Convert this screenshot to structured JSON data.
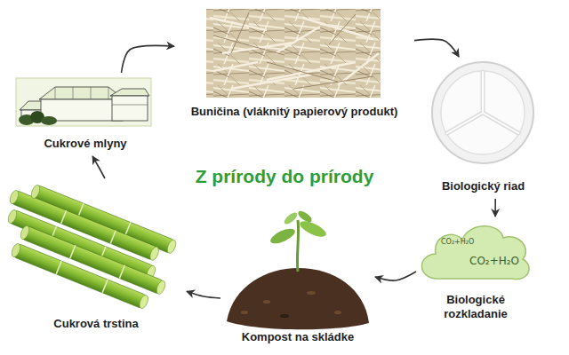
{
  "diagram": {
    "title": "Z prírody do prírody",
    "nodes": [
      {
        "text": [
          "Cukrové mlyny"
        ]
      },
      {
        "text": [
          "Buničina (vláknitý papierový produkt)"
        ]
      },
      {
        "text": [
          "Biologický riad"
        ]
      },
      {
        "text": [
          "Biologické rozkladanie"
        ]
      },
      {
        "text": [
          "Kompost na skládke"
        ]
      },
      {
        "text": [
          "Cukrová trstina"
        ]
      }
    ],
    "edges": [
      {
        "from": 0,
        "to": 1,
        "arrow": "to"
      },
      {
        "from": 1,
        "to": 2,
        "arrow": "to"
      },
      {
        "from": 2,
        "to": 3,
        "arrow": "to"
      },
      {
        "from": 3,
        "to": 4,
        "arrow": "to"
      },
      {
        "from": 4,
        "to": 5,
        "arrow": "to"
      },
      {
        "from": 5,
        "to": 0,
        "arrow": "to"
      }
    ],
    "labels": [
      "CO₂+H₂O",
      "CO₂+H₂O"
    ]
  }
}
